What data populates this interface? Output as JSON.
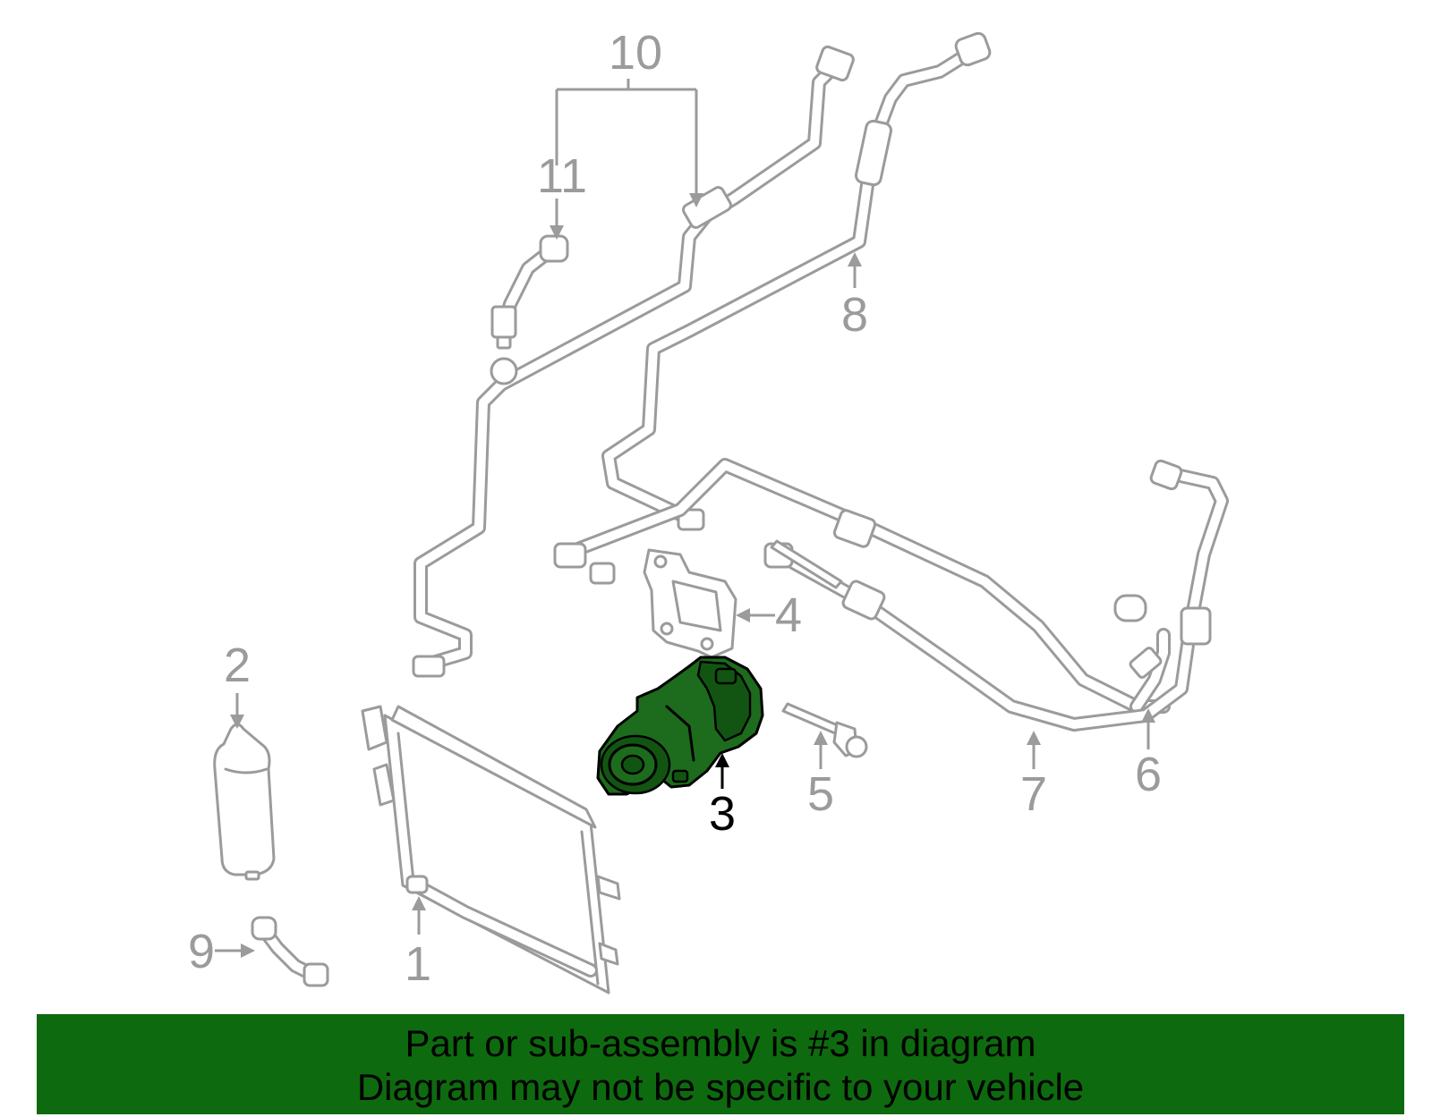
{
  "colors": {
    "highlight_part": "#1d6b1d",
    "banner_background": "#0e6a0e",
    "line_gray": "#9b9b9b"
  },
  "callouts": {
    "c1": "1",
    "c2": "2",
    "c3": "3",
    "c4": "4",
    "c5": "5",
    "c6": "6",
    "c7": "7",
    "c8": "8",
    "c9": "9",
    "c10": "10",
    "c11": "11"
  },
  "highlighted_callout": "3",
  "banner": {
    "line1": "Part or sub-assembly is #3 in diagram",
    "line2": "Diagram may not be specific to your vehicle"
  }
}
